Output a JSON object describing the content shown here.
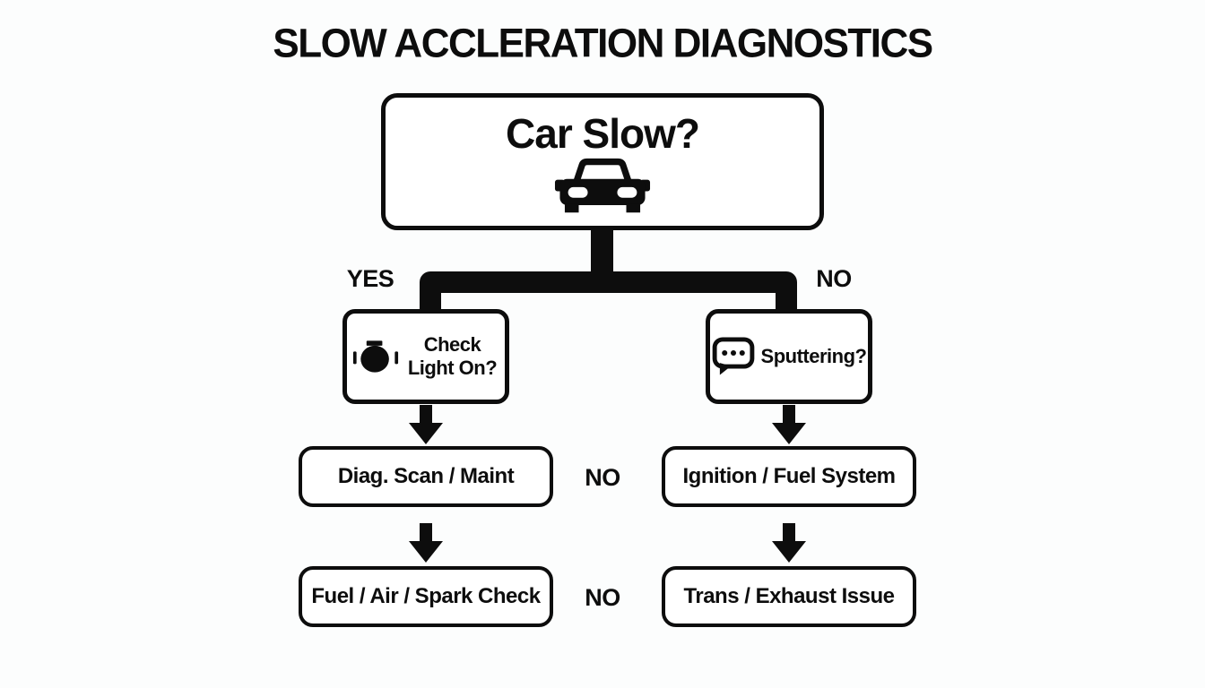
{
  "title": "SLOW ACCLERATION DIAGNOSTICS",
  "colors": {
    "ink": "#0d0d0d",
    "paper": "#fcfdfd",
    "node_fill": "#ffffff"
  },
  "root_node": {
    "label": "Car Slow?",
    "icon": "car-icon"
  },
  "branch": {
    "yes_label": "YES",
    "no_label": "NO"
  },
  "columns": {
    "left": {
      "question": "Check Light On?",
      "question_icon": "engine-icon",
      "steps": [
        "Diag. Scan / Maint",
        "Fuel / Air / Spark Check"
      ]
    },
    "right": {
      "question": "Sputtering?",
      "question_icon": "speech-bubble-icon",
      "steps": [
        "Ignition / Fuel System",
        "Trans / Exhaust Issue"
      ]
    }
  },
  "middle_labels": [
    "NO",
    "NO"
  ]
}
